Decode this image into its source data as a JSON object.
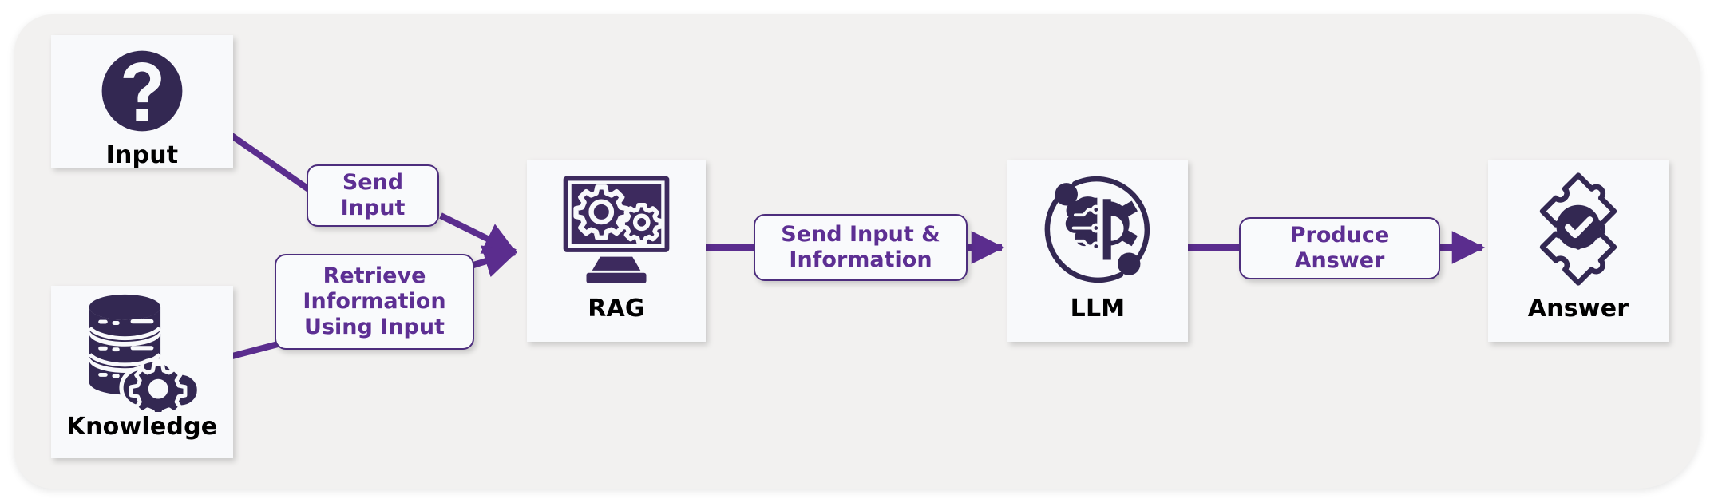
{
  "diagram": {
    "title": "RAG pipeline flow",
    "colors": {
      "panel_background": "#f2f1f0",
      "page_background": "#ffffff",
      "node_card": "#f8f9fb",
      "icon_dark_purple": "#332852",
      "connector_purple": "#5b2d8e",
      "chip_border": "#4d2d7d",
      "chip_text": "#5d2f93",
      "caption_text": "#000000"
    }
  },
  "nodes": [
    {
      "id": "input",
      "label": "Input",
      "icon": "question-mark-circle-icon"
    },
    {
      "id": "knowledge",
      "label": "Knowledge",
      "icon": "database-cloud-gear-icon"
    },
    {
      "id": "rag",
      "label": "RAG",
      "icon": "monitor-gears-icon"
    },
    {
      "id": "llm",
      "label": "LLM",
      "icon": "brain-gear-orbit-icon"
    },
    {
      "id": "answer",
      "label": "Answer",
      "icon": "puzzle-check-icon"
    }
  ],
  "edges": [
    {
      "id": "send-input",
      "from": "input",
      "to": "rag",
      "label": "Send\nInput"
    },
    {
      "id": "retrieve",
      "from": "knowledge",
      "to": "rag",
      "label": "Retrieve\nInformation\nUsing Input"
    },
    {
      "id": "send-info",
      "from": "rag",
      "to": "llm",
      "label": "Send Input &\nInformation"
    },
    {
      "id": "produce",
      "from": "llm",
      "to": "answer",
      "label": "Produce\nAnswer"
    }
  ]
}
